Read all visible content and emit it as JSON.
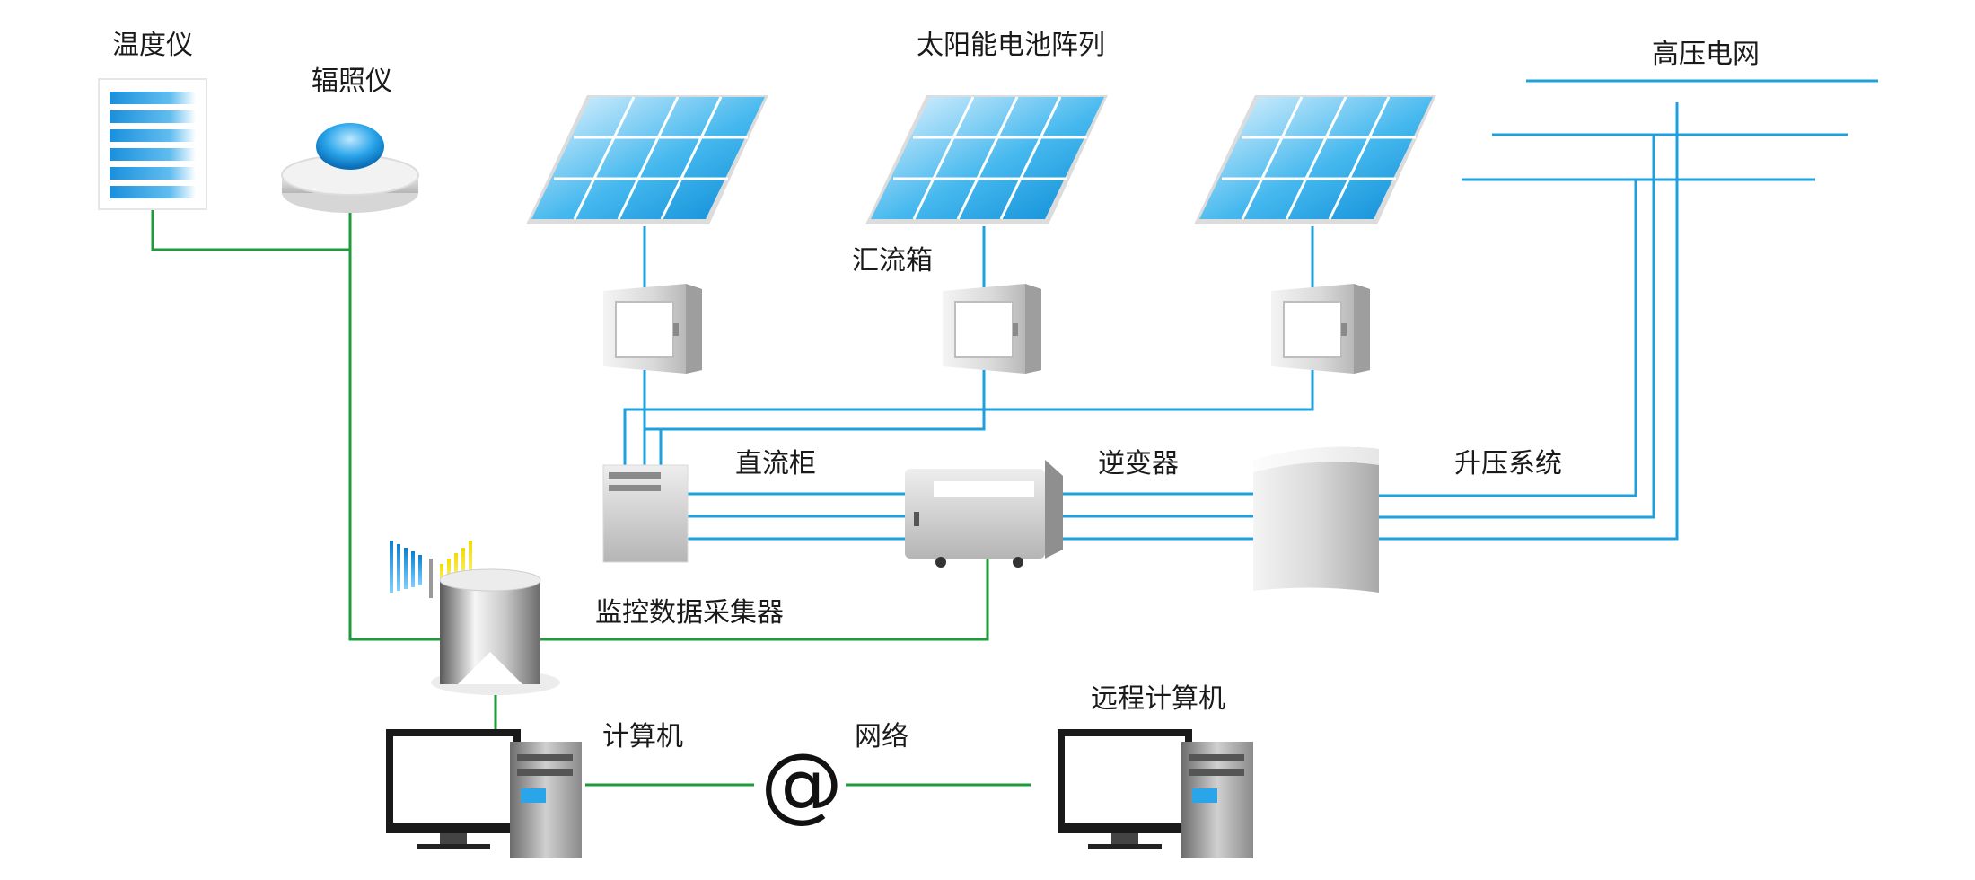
{
  "labels": {
    "thermometer": "温度仪",
    "irradiance_meter": "辐照仪",
    "solar_array": "太阳能电池阵列",
    "grid": "高压电网",
    "combiner_box": "汇流箱",
    "dc_cabinet": "直流柜",
    "inverter": "逆变器",
    "booster": "升压系统",
    "collector": "监控数据采集器",
    "computer": "计算机",
    "network": "网络",
    "remote_computer": "远程计算机",
    "network_symbol": "@"
  },
  "colors": {
    "power_line": "#1ea0dc",
    "data_line": "#1e9a3c",
    "panel_blue": "#1ea4e8",
    "signal_yellow": "#f2dc00"
  }
}
